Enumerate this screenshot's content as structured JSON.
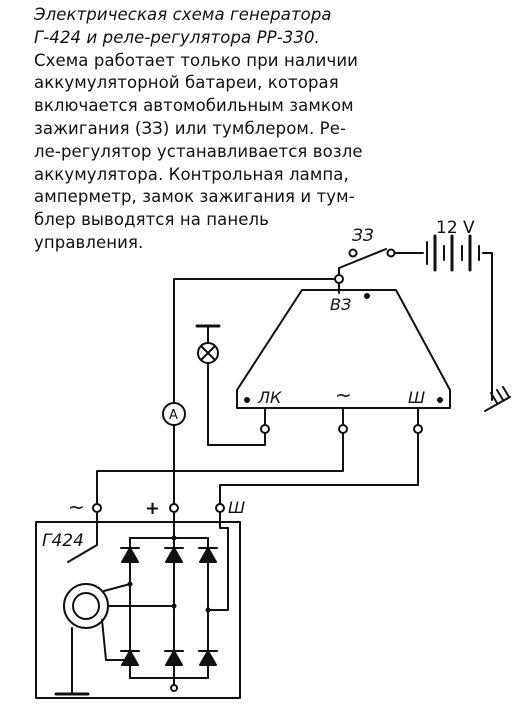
{
  "caption": {
    "title_lines": [
      "Электрическая схема генератора",
      "Г-424 и реле-регулятора РР-330."
    ],
    "body_lines": [
      "Схема работает только при наличии",
      "аккумуляторной батареи, которая",
      "включается автомобильным замком",
      "зажигания (ЗЗ) или тумблером. Ре-",
      "ле-регулятор устанавливается возле",
      "аккумулятора. Контрольная лампа,",
      "амперметр, замок зажигания и тум-",
      "блер выводятся на панель",
      "управления."
    ]
  },
  "diagram": {
    "switch_label": "ЗЗ",
    "battery_label": "12 V",
    "regulator_terminals": {
      "ignition": "ВЗ",
      "lamp": "ЛК",
      "ac": "~",
      "field": "Ш"
    },
    "ammeter_label": "A",
    "generator_label": "Г424",
    "generator_terminals": {
      "ac": "~",
      "plus": "+",
      "field": "Ш"
    }
  }
}
